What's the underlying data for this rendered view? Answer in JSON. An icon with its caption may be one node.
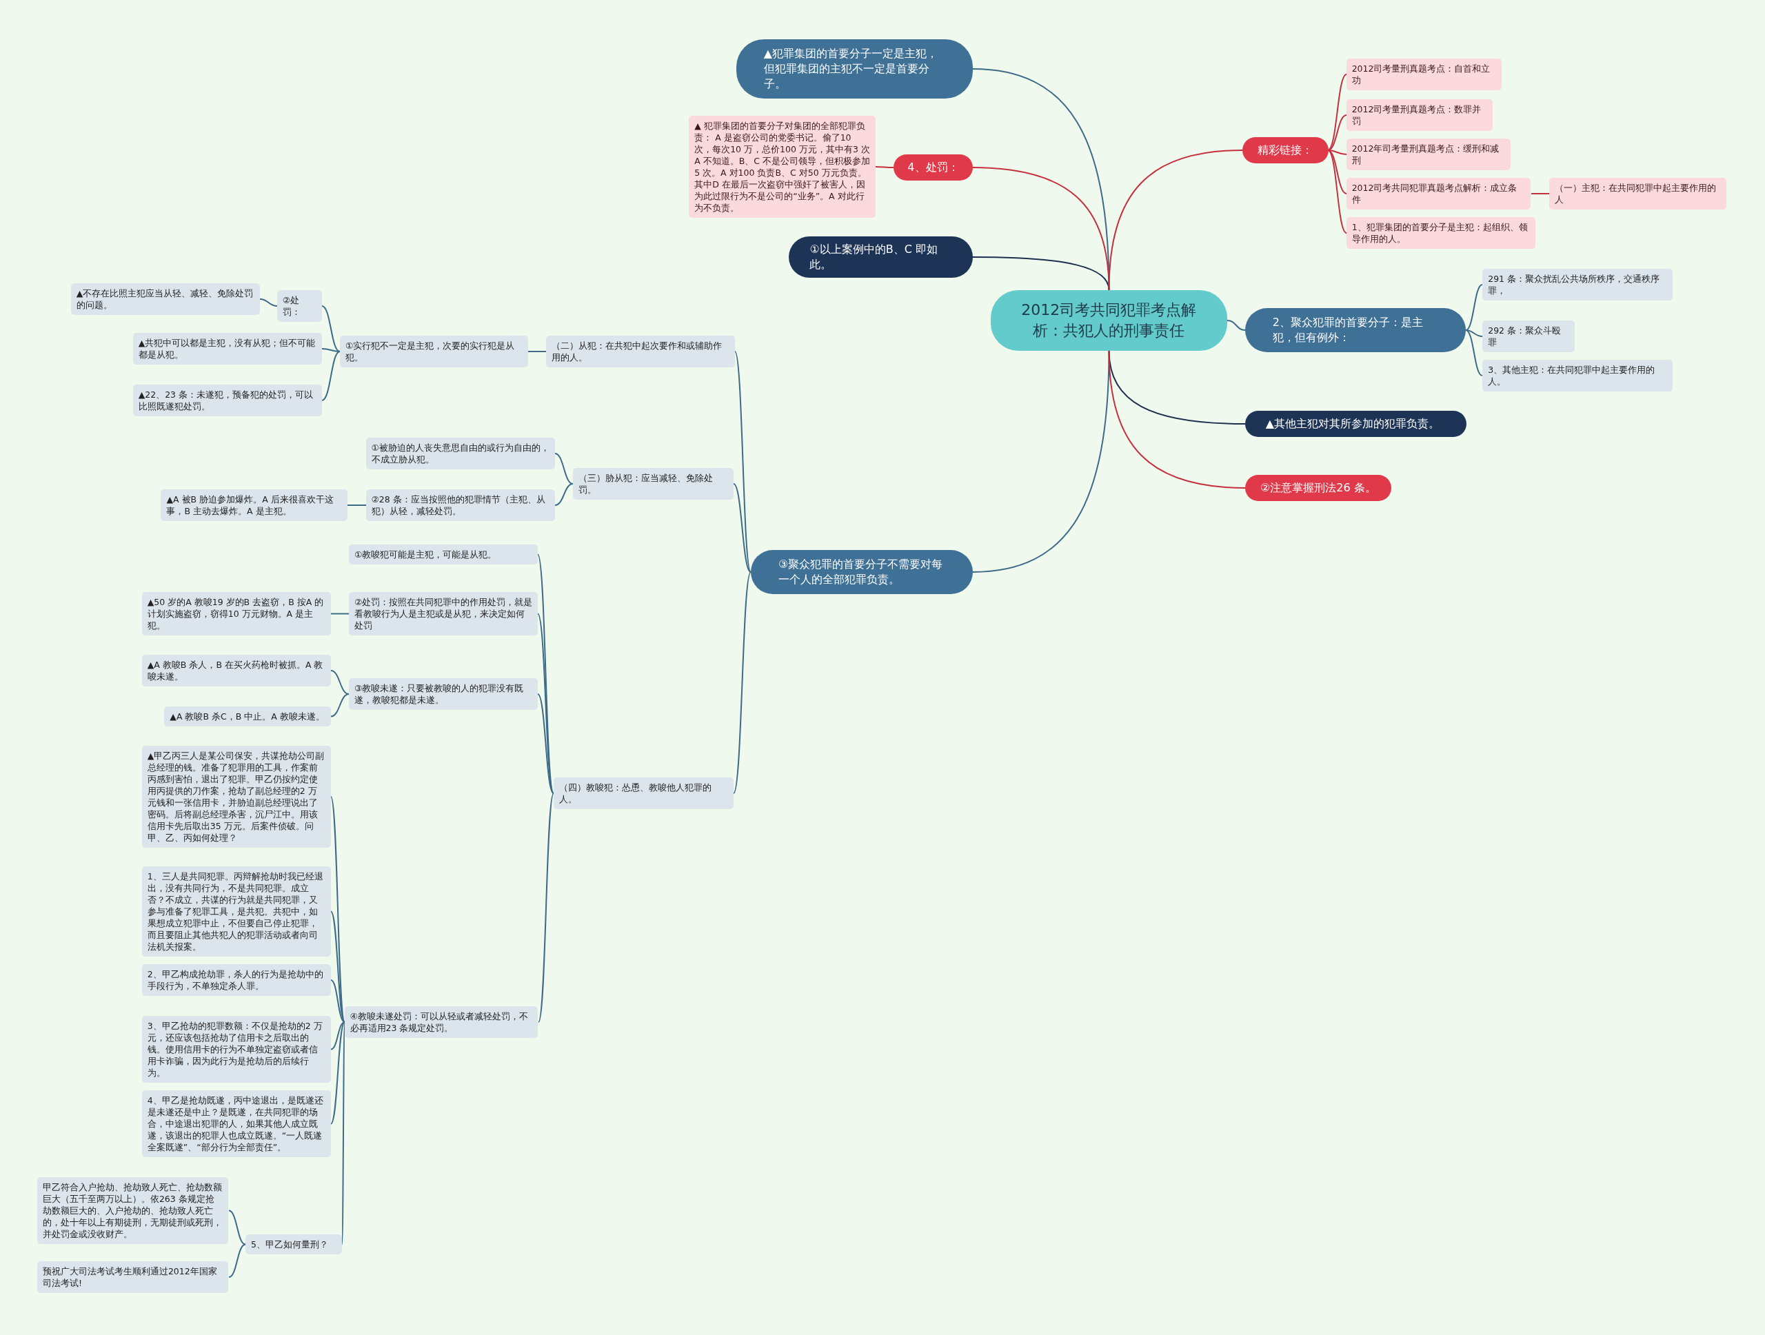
{
  "diagram": {
    "nodes": [
      {
        "text": [
          "2012司考共同犯罪考点解析：共犯人的刑事责任"
        ]
      },
      {
        "text": [
          "▲犯罪集团的首要分子一定是主犯，但犯罪集团的主犯不一定是首要分子。"
        ]
      },
      {
        "text": [
          "4、处罚："
        ]
      },
      {
        "text": [
          "▲ 犯罪集团的首要分子对集团的全部犯罪负责： A 是盗窃公司的党委书记。偷了10 次，每次10 万，总价100 万元，其中有3 次A 不知道。B、C 不是公司领导，但积极参加5 次。A 对100 负责B、C 对50 万元负责。其中D 在最后一次盗窃中强奸了被害人，因为此过限行为不是公司的“业务”。A 对此行为不负责。"
        ]
      },
      {
        "text": [
          "①以上案例中的B、C 即如此。"
        ]
      },
      {
        "text": [
          "③聚众犯罪的首要分子不需要对每一个人的全部犯罪负责。"
        ]
      },
      {
        "text": [
          "（二）从犯：在共犯中起次要作和或辅助作用的人。"
        ]
      },
      {
        "text": [
          "①实行犯不一定是主犯，次要的实行犯是从犯。"
        ]
      },
      {
        "text": [
          "②处罚："
        ]
      },
      {
        "text": [
          "▲不存在比照主犯应当从轻、减轻、免除处罚的问题。"
        ]
      },
      {
        "text": [
          "▲共犯中可以都是主犯，没有从犯；但不可能都是从犯。"
        ]
      },
      {
        "text": [
          "▲22、23 条：未遂犯，预备犯的处罚，可以比照既遂犯处罚。"
        ]
      },
      {
        "text": [
          "（三）胁从犯：应当减轻、免除处罚。"
        ]
      },
      {
        "text": [
          "①被胁迫的人丧失意思自由的或行为自由的，不成立胁从犯。"
        ]
      },
      {
        "text": [
          "②28 条：应当按照他的犯罪情节（主犯、从犯）从轻，减轻处罚。"
        ]
      },
      {
        "text": [
          "▲A 被B 胁迫参加爆炸。A 后来很喜欢干这事，B 主动去爆炸。A 是主犯。"
        ]
      },
      {
        "text": [
          "（四）教唆犯：怂恿、教唆他人犯罪的人。"
        ]
      },
      {
        "text": [
          "①教唆犯可能是主犯，可能是从犯。"
        ]
      },
      {
        "text": [
          "②处罚：按照在共同犯罪中的作用处罚，就是看教唆行为人是主犯或是从犯，来决定如何处罚"
        ]
      },
      {
        "text": [
          "▲50 岁的A 教唆19 岁的B 去盗窃，B 按A 的计划实施盗窃，窃得10 万元财物。A 是主犯。"
        ]
      },
      {
        "text": [
          "③教唆未遂：只要被教唆的人的犯罪没有既遂，教唆犯都是未遂。"
        ]
      },
      {
        "text": [
          "▲A 教唆B 杀人，B 在买火药枪时被抓。A 教唆未遂。"
        ]
      },
      {
        "text": [
          "▲A 教唆B 杀C，B 中止。A 教唆未遂。"
        ]
      },
      {
        "text": [
          "④教唆未遂处罚：可以从轻或者减轻处罚，不必再适用23 条规定处罚。"
        ]
      },
      {
        "text": [
          "▲甲乙丙三人是某公司保安，共谋抢劫公司副总经理的钱。准备了犯罪用的工具，作案前丙感到害怕，退出了犯罪。甲乙仍按约定使用丙提供的刀作案，抢劫了副总经理的2 万元钱和一张信用卡，并胁迫副总经理说出了密码。后将副总经理杀害，沉尸江中。用该信用卡先后取出35 万元。后案件侦破。问甲、乙、丙如何处理？"
        ]
      },
      {
        "text": [
          "1、三人是共同犯罪。丙辩解抢劫时我已经退出，没有共同行为，不是共同犯罪。成立否？不成立，共谋的行为就是共同犯罪，又参与准备了犯罪工具，是共犯。共犯中，如果想成立犯罪中止，不但要自己停止犯罪，而且要阻止其他共犯人的犯罪活动或者向司法机关报案。"
        ]
      },
      {
        "text": [
          "2、甲乙构成抢劫罪，杀人的行为是抢劫中的手段行为，不单独定杀人罪。"
        ]
      },
      {
        "text": [
          "3、甲乙抢劫的犯罪数额：不仅是抢劫的2 万元，还应该包括抢劫了信用卡之后取出的钱。使用信用卡的行为不单独定盗窃或者信用卡诈骗，因为此行为是抢劫后的后续行为。"
        ]
      },
      {
        "text": [
          "4、甲乙是抢劫既遂，丙中途退出，是既遂还是未遂还是中止？是既遂，在共同犯罪的场合，中途退出犯罪的人，如果其他人成立既遂，该退出的犯罪人也成立既遂。“一人既遂全案既遂”、“部分行为全部责任”。"
        ]
      },
      {
        "text": [
          "5、甲乙如何量刑？"
        ]
      },
      {
        "text": [
          "甲乙符合入户抢劫、抢劫致人死亡、抢劫数额巨大（五千至两万以上）。依263 条规定抢劫数额巨大的、入户抢劫的、抢劫致人死亡的，处十年以上有期徒刑，无期徒刑或死刑，并处罚金或没收财产。"
        ]
      },
      {
        "text": [
          "预祝广大司法考试考生顺利通过2012年国家司法考试!"
        ]
      },
      {
        "text": [
          "精彩链接："
        ]
      },
      {
        "text": [
          "2012司考量刑真题考点：自首和立功"
        ]
      },
      {
        "text": [
          "2012司考量刑真题考点：数罪并罚"
        ]
      },
      {
        "text": [
          "2012年司考量刑真题考点：缓刑和减刑"
        ]
      },
      {
        "text": [
          "2012司考共同犯罪真题考点解析：成立条件"
        ]
      },
      {
        "text": [
          "（一）主犯：在共同犯罪中起主要作用的人"
        ]
      },
      {
        "text": [
          "1、犯罪集团的首要分子是主犯：起组织、领导作用的人。"
        ]
      },
      {
        "text": [
          "2、聚众犯罪的首要分子：是主犯，但有例外："
        ]
      },
      {
        "text": [
          "291 条：聚众扰乱公共场所秩序，交通秩序罪，"
        ]
      },
      {
        "text": [
          "292 条：聚众斗殴罪"
        ]
      },
      {
        "text": [
          "3、其他主犯：在共同犯罪中起主要作用的人。"
        ]
      },
      {
        "text": [
          "▲其他主犯对其所参加的犯罪负责。"
        ]
      },
      {
        "text": [
          "②注意掌握刑法26 条。"
        ]
      }
    ],
    "edges": [
      {
        "from": 0,
        "to": 1,
        "arrow": "none"
      },
      {
        "from": 0,
        "to": 2,
        "arrow": "none",
        "color": "#c4303e"
      },
      {
        "from": 2,
        "to": 3,
        "arrow": "none",
        "color": "#c4303e"
      },
      {
        "from": 0,
        "to": 4,
        "arrow": "none",
        "color": "#1e2f4e"
      },
      {
        "from": 0,
        "to": 5,
        "arrow": "none"
      },
      {
        "from": 5,
        "to": 6,
        "arrow": "none"
      },
      {
        "from": 6,
        "to": 7,
        "arrow": "none"
      },
      {
        "from": 7,
        "to": 8,
        "arrow": "none"
      },
      {
        "from": 8,
        "to": 9,
        "arrow": "none"
      },
      {
        "from": 7,
        "to": 10,
        "arrow": "none"
      },
      {
        "from": 7,
        "to": 11,
        "arrow": "none"
      },
      {
        "from": 5,
        "to": 12,
        "arrow": "none"
      },
      {
        "from": 12,
        "to": 13,
        "arrow": "none"
      },
      {
        "from": 12,
        "to": 14,
        "arrow": "none"
      },
      {
        "from": 14,
        "to": 15,
        "arrow": "none"
      },
      {
        "from": 5,
        "to": 16,
        "arrow": "none"
      },
      {
        "from": 16,
        "to": 17,
        "arrow": "none"
      },
      {
        "from": 16,
        "to": 18,
        "arrow": "none"
      },
      {
        "from": 18,
        "to": 19,
        "arrow": "none"
      },
      {
        "from": 16,
        "to": 20,
        "arrow": "none"
      },
      {
        "from": 20,
        "to": 21,
        "arrow": "none"
      },
      {
        "from": 20,
        "to": 22,
        "arrow": "none"
      },
      {
        "from": 16,
        "to": 23,
        "arrow": "none"
      },
      {
        "from": 23,
        "to": 24,
        "arrow": "none"
      },
      {
        "from": 23,
        "to": 25,
        "arrow": "none"
      },
      {
        "from": 23,
        "to": 26,
        "arrow": "none"
      },
      {
        "from": 23,
        "to": 27,
        "arrow": "none"
      },
      {
        "from": 23,
        "to": 28,
        "arrow": "none"
      },
      {
        "from": 23,
        "to": 29,
        "arrow": "none"
      },
      {
        "from": 29,
        "to": 30,
        "arrow": "none"
      },
      {
        "from": 29,
        "to": 31,
        "arrow": "none"
      },
      {
        "from": 0,
        "to": 32,
        "arrow": "none",
        "color": "#c4303e"
      },
      {
        "from": 32,
        "to": 33,
        "arrow": "none",
        "color": "#c4303e"
      },
      {
        "from": 32,
        "to": 34,
        "arrow": "none",
        "color": "#c4303e"
      },
      {
        "from": 32,
        "to": 35,
        "arrow": "none",
        "color": "#c4303e"
      },
      {
        "from": 32,
        "to": 36,
        "arrow": "none",
        "color": "#c4303e"
      },
      {
        "from": 36,
        "to": 37,
        "arrow": "none",
        "color": "#c4303e"
      },
      {
        "from": 32,
        "to": 38,
        "arrow": "none",
        "color": "#c4303e"
      },
      {
        "from": 0,
        "to": 39,
        "arrow": "none"
      },
      {
        "from": 39,
        "to": 40,
        "arrow": "none"
      },
      {
        "from": 39,
        "to": 41,
        "arrow": "none"
      },
      {
        "from": 39,
        "to": 42,
        "arrow": "none"
      },
      {
        "from": 0,
        "to": 43,
        "arrow": "none",
        "color": "#1e2f4e"
      },
      {
        "from": 0,
        "to": 44,
        "arrow": "none",
        "color": "#c4303e"
      }
    ]
  }
}
